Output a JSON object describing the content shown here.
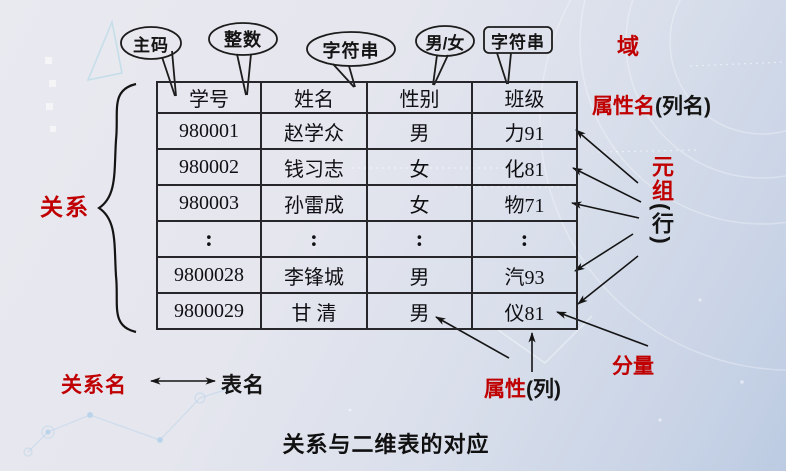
{
  "colors": {
    "accent_red": "#c00000",
    "line": "#1a1a1a"
  },
  "callouts": [
    {
      "label": "主码",
      "shape": "ellipse"
    },
    {
      "label": "整数",
      "shape": "ellipse"
    },
    {
      "label": "字符串",
      "shape": "ellipse"
    },
    {
      "label": "男/女",
      "shape": "ellipse"
    },
    {
      "label": "字符串",
      "shape": "rounded-rect"
    }
  ],
  "labels": {
    "domain": "域",
    "attr_name": "属性名",
    "attr_name_suffix": "(列名)",
    "tuple": "元组",
    "tuple_suffix": "(行)",
    "relation": "关系",
    "component": "分量",
    "attribute": "属性",
    "attribute_suffix": "(列)",
    "relation_name": "关系名",
    "table_name": "表名"
  },
  "table": {
    "headers": [
      "学号",
      "姓名",
      "性别",
      "班级"
    ],
    "rows": [
      [
        "980001",
        "赵学众",
        "男",
        "力91"
      ],
      [
        "980002",
        "钱习志",
        "女",
        "化81"
      ],
      [
        "980003",
        "孙雷成",
        "女",
        "物71"
      ],
      [
        ":",
        ":",
        ":",
        ":"
      ],
      [
        "9800028",
        "李锋城",
        "男",
        "汽93"
      ],
      [
        "9800029",
        "甘 清",
        "男",
        "仪81"
      ]
    ]
  },
  "title": "关系与二维表的对应"
}
